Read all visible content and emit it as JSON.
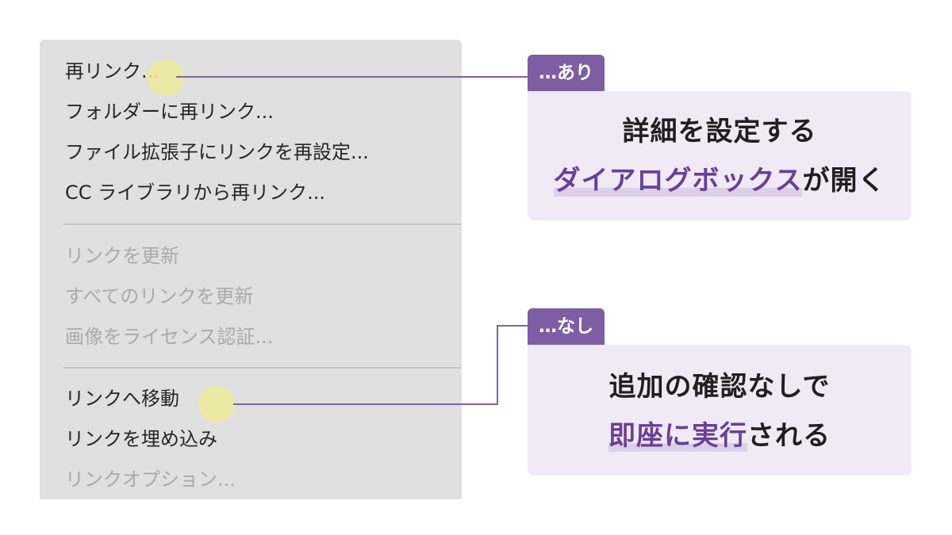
{
  "menu": {
    "items": [
      {
        "label": "再リンク...",
        "enabled": true
      },
      {
        "label": "フォルダーに再リンク...",
        "enabled": true
      },
      {
        "label": "ファイル拡張子にリンクを再設定...",
        "enabled": true
      },
      {
        "label": "CC ライブラリから再リンク...",
        "enabled": true
      },
      {
        "label": "リンクを更新",
        "enabled": false
      },
      {
        "label": "すべてのリンクを更新",
        "enabled": false
      },
      {
        "label": "画像をライセンス認証...",
        "enabled": false
      },
      {
        "label": "リンクへ移動",
        "enabled": true
      },
      {
        "label": "リンクを埋め込み",
        "enabled": true
      },
      {
        "label": "リンクオプション...",
        "enabled": false
      }
    ]
  },
  "callouts": {
    "with_ellipsis": {
      "tag": "…あり",
      "line1": "詳細を設定する",
      "line2_highlight": "ダイアログボックス",
      "line2_rest": "が開く"
    },
    "without_ellipsis": {
      "tag": "…なし",
      "line1": "追加の確認なしで",
      "line2_highlight": "即座に実行",
      "line2_rest": "される"
    }
  },
  "colors": {
    "accent": "#7e5ea2",
    "highlight_text": "#6a3f98",
    "callout_bg": "#efeaf5",
    "marker_dot": "#ecea98",
    "menu_bg": "#e0e0e0"
  }
}
